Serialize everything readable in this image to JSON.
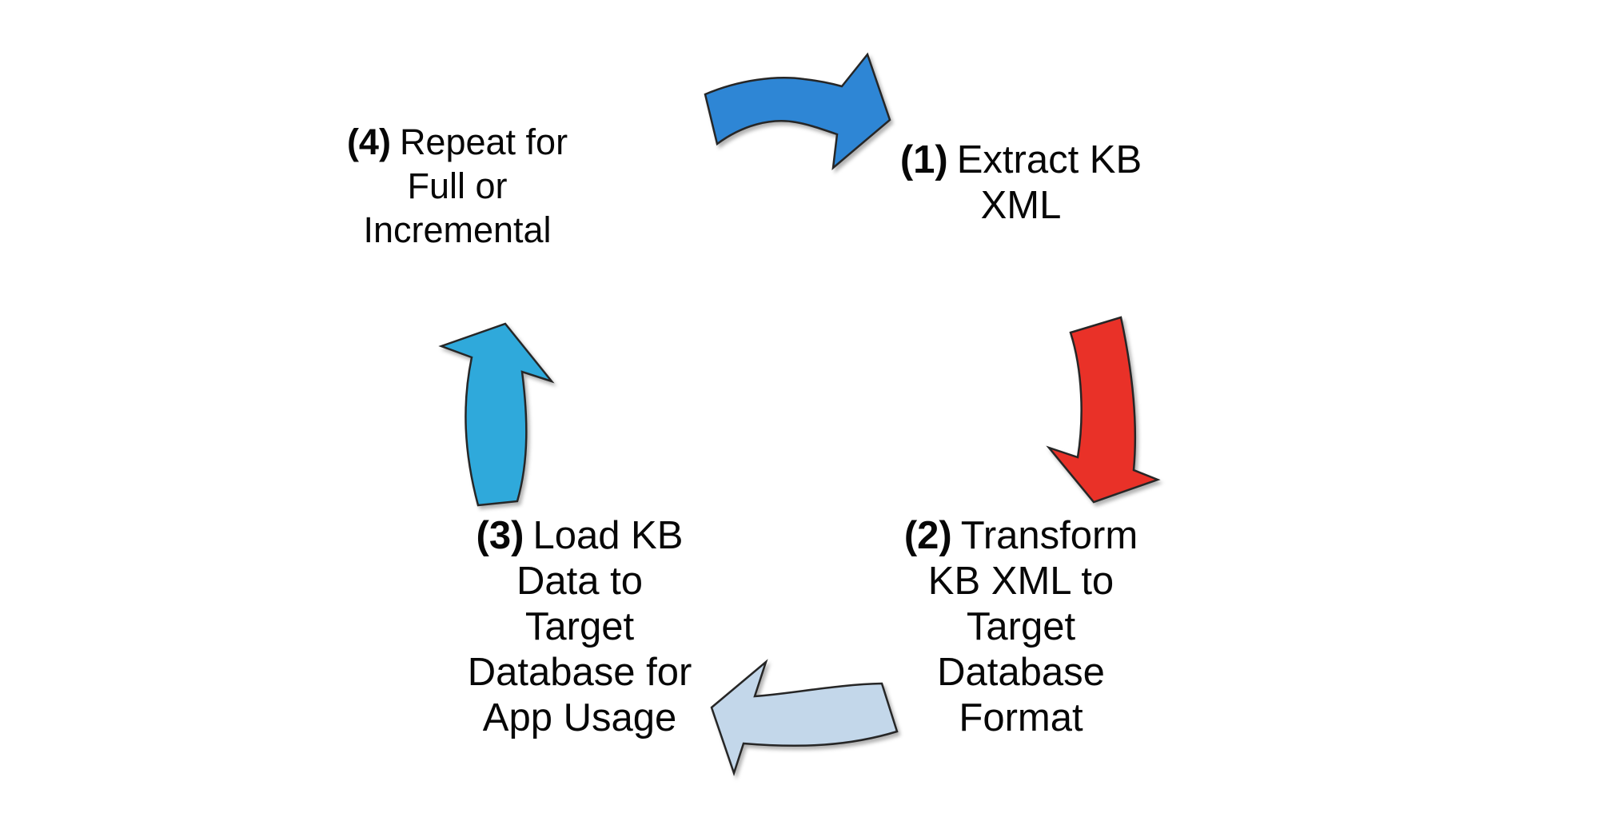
{
  "diagram": {
    "type": "cycle",
    "background": "#ffffff",
    "text_color": "#070707",
    "steps": [
      {
        "num": "(1)",
        "lines": [
          "Extract KB",
          "XML"
        ]
      },
      {
        "num": "(2)",
        "lines": [
          "Transform",
          "KB XML to",
          "Target",
          "Database",
          "Format"
        ]
      },
      {
        "num": "(3)",
        "lines": [
          "Load KB",
          "Data to",
          "Target",
          "Database for",
          "App Usage"
        ]
      },
      {
        "num": "(4)",
        "lines": [
          "Repeat for",
          "Full or",
          "Incremental"
        ]
      }
    ],
    "arrows": [
      {
        "id": "top",
        "direction": "right",
        "from_step": 4,
        "to_step": 1,
        "color": "#2E86D5",
        "outline": "#262626"
      },
      {
        "id": "right",
        "direction": "down",
        "from_step": 1,
        "to_step": 2,
        "color": "#E93128",
        "outline": "#262626"
      },
      {
        "id": "bottom",
        "direction": "left",
        "from_step": 2,
        "to_step": 3,
        "color": "#C3D7EA",
        "outline": "#3a3a3a"
      },
      {
        "id": "left",
        "direction": "up",
        "from_step": 3,
        "to_step": 4,
        "color": "#2FA9DB",
        "outline": "#262626"
      }
    ]
  }
}
